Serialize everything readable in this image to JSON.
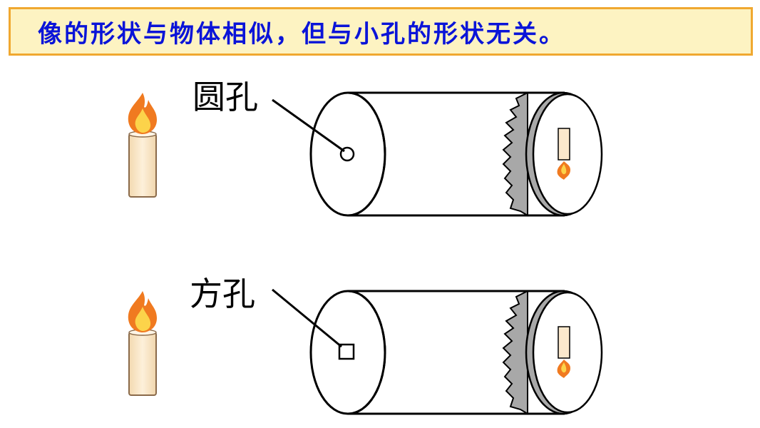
{
  "banner": {
    "text": "像的形状与物体相似，但与小孔的形状无关。",
    "text_color": "#0a14d8",
    "background": "#fdf3c2",
    "border_color": "#f0a830"
  },
  "setups": [
    {
      "label": "圆孔",
      "hole_shape": "circle"
    },
    {
      "label": "方孔",
      "hole_shape": "square"
    }
  ],
  "colors": {
    "candle_body": "#fbe8cc",
    "flame_outer": "#f07a20",
    "flame_inner": "#fcd34a",
    "screen_rim": "#a8a8a8"
  }
}
